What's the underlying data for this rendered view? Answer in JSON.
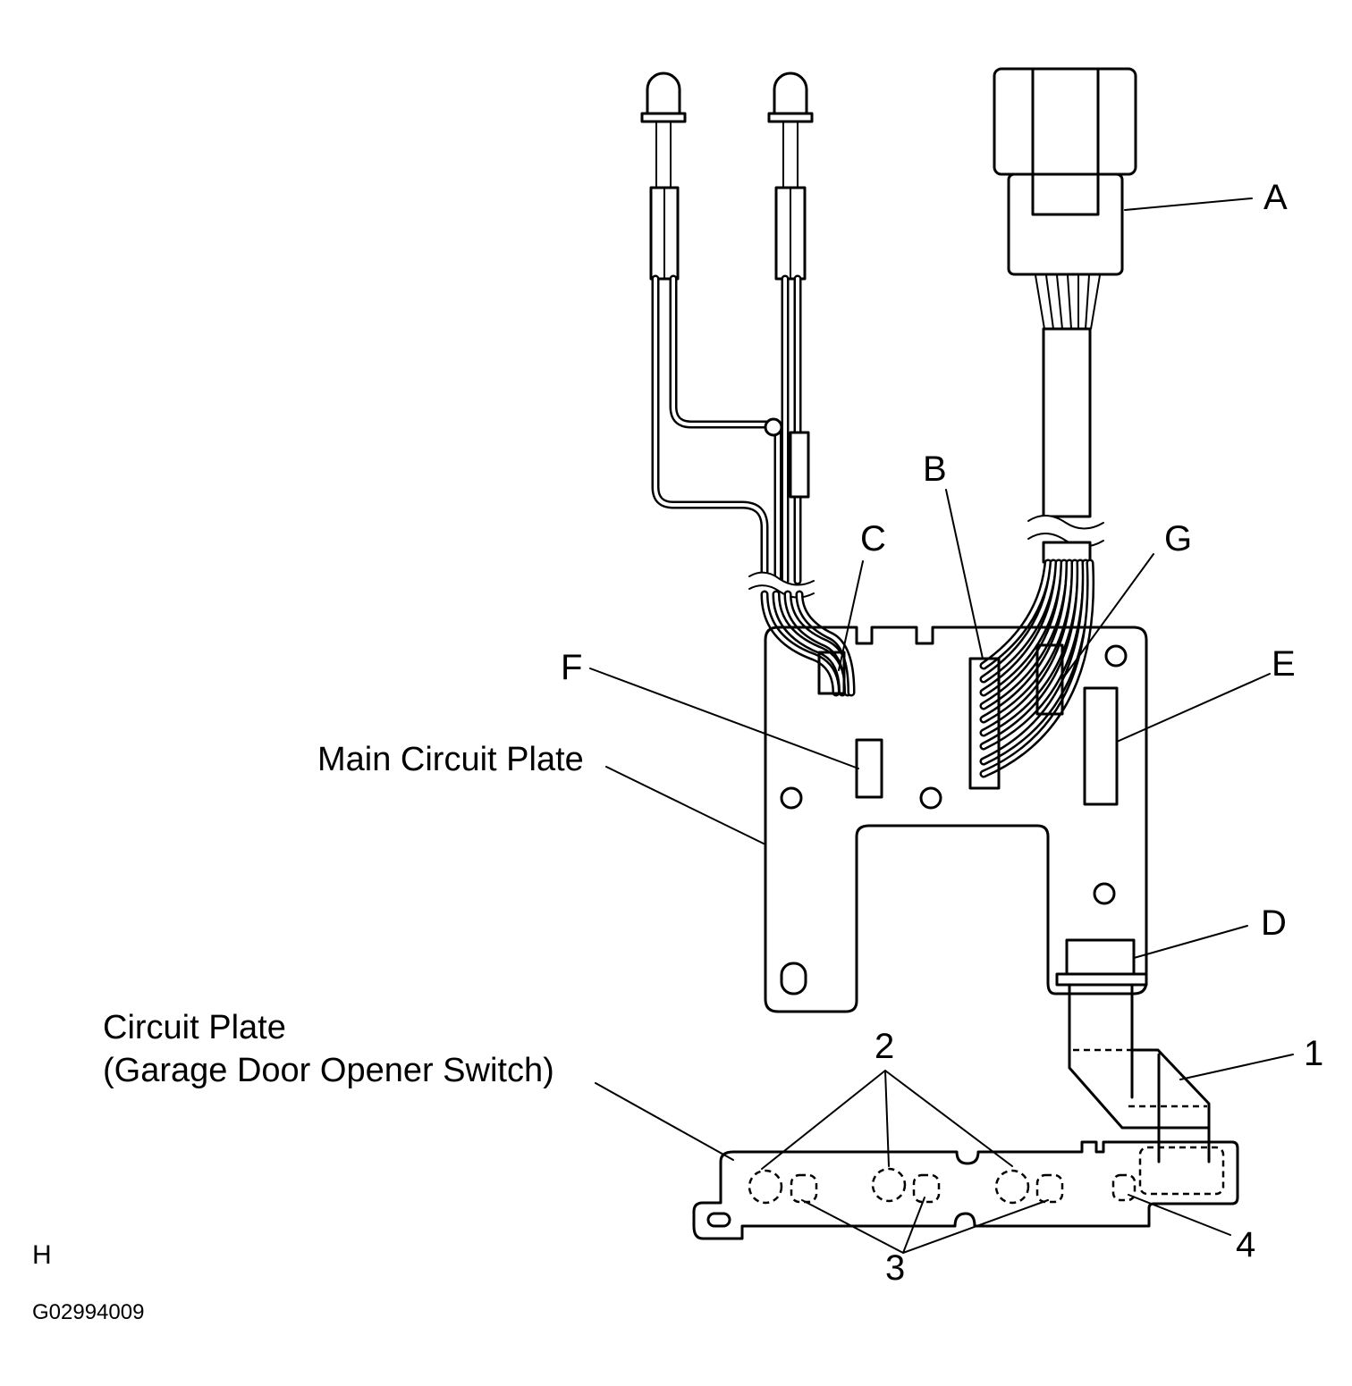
{
  "labels": {
    "A": "A",
    "B": "B",
    "C": "C",
    "D": "D",
    "E": "E",
    "F": "F",
    "G": "G",
    "n1": "1",
    "n2": "2",
    "n3": "3",
    "n4": "4"
  },
  "captions": {
    "main_plate": "Main Circuit Plate",
    "sub_plate_line1": "Circuit Plate",
    "sub_plate_line2": "(Garage Door Opener Switch)"
  },
  "corner": {
    "h_mark": "H",
    "figure_code": "G02994009"
  }
}
